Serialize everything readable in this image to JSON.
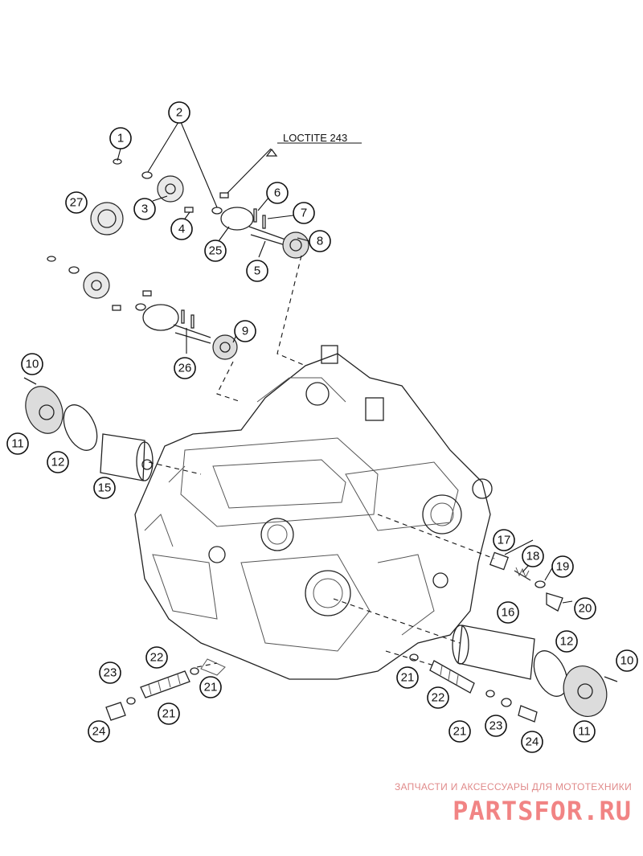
{
  "diagram": {
    "note_label": "LOCTITE 243",
    "callouts": [
      "1",
      "2",
      "3",
      "4",
      "5",
      "6",
      "7",
      "8",
      "9",
      "10",
      "11",
      "12",
      "15",
      "16",
      "17",
      "18",
      "19",
      "20",
      "21",
      "22",
      "23",
      "24",
      "25",
      "26",
      "27"
    ]
  },
  "watermark": {
    "tagline": "ЗАПЧАСТИ И АКСЕССУАРЫ ДЛЯ МОТОТЕХНИКИ",
    "logo": "PARTSFOR.RU"
  }
}
